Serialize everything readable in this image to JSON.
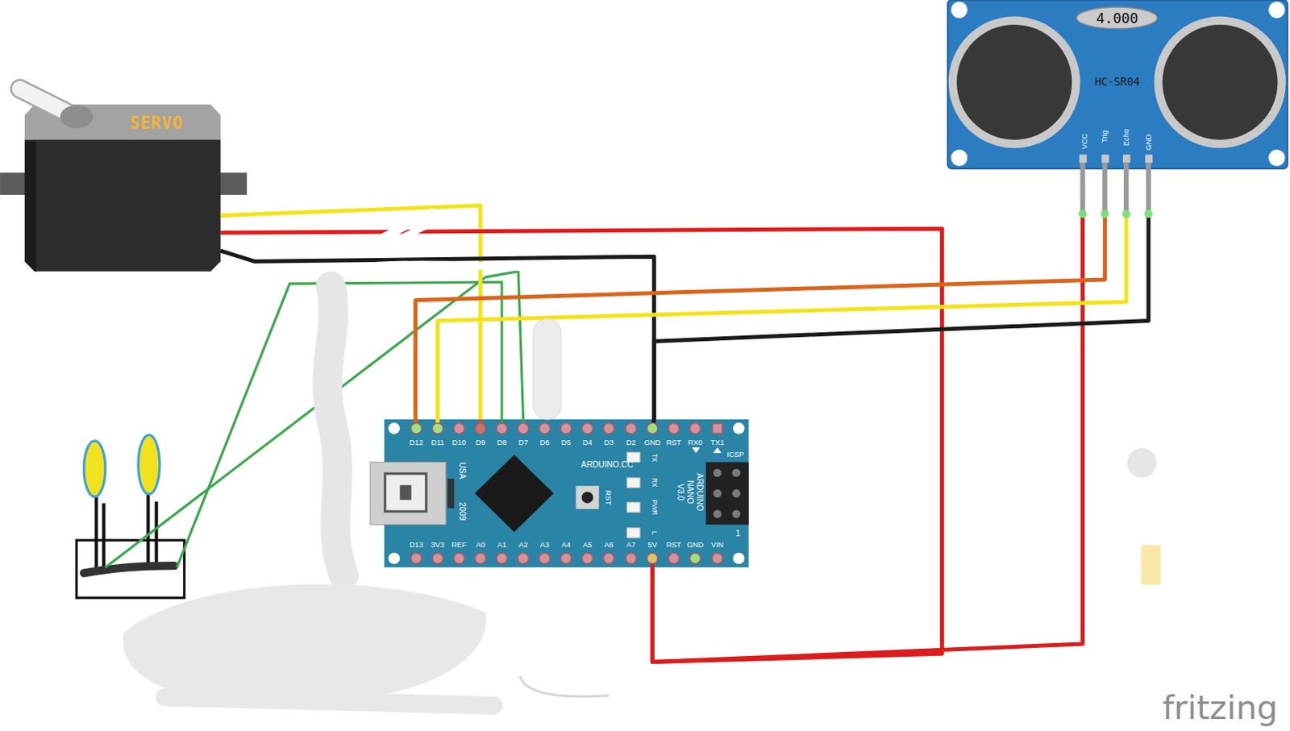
{
  "diagram": {
    "nodes": [
      {
        "text": [
          "SERVO"
        ]
      },
      {
        "text": [
          "HC-SR04"
        ]
      },
      {
        "text": [
          "4.000"
        ],
        "in": 1
      },
      {
        "text": [
          "ARDUINO.CC",
          "ARDUINO NANO V3.0"
        ]
      }
    ],
    "edges": [
      {
        "from": 0,
        "to": 3,
        "arrow": "none"
      },
      {
        "from": 0,
        "to": 3,
        "arrow": "none"
      },
      {
        "from": 0,
        "to": 3,
        "arrow": "none"
      },
      {
        "from": 1,
        "to": 3,
        "arrow": "none"
      },
      {
        "from": 1,
        "to": 3,
        "arrow": "none"
      },
      {
        "from": 1,
        "to": 3,
        "arrow": "none"
      },
      {
        "from": 1,
        "to": 3,
        "arrow": "none"
      }
    ],
    "labels": [
      "D12",
      "D11",
      "D10",
      "D9",
      "D8",
      "D7",
      "D6",
      "D5",
      "D4",
      "D3",
      "D2",
      "GND",
      "RST",
      "RX0",
      "TX1",
      "D13",
      "3V3",
      "REF",
      "A0",
      "A1",
      "A2",
      "A3",
      "A4",
      "A5",
      "A6",
      "A7",
      "5V",
      "RST",
      "GND",
      "VIN",
      "USA",
      "2009",
      "RST",
      "TX",
      "RX",
      "PWR",
      "L",
      "ICSP",
      "1",
      "VCC",
      "Trig",
      "Echo",
      "GND",
      "fritzing"
    ]
  }
}
